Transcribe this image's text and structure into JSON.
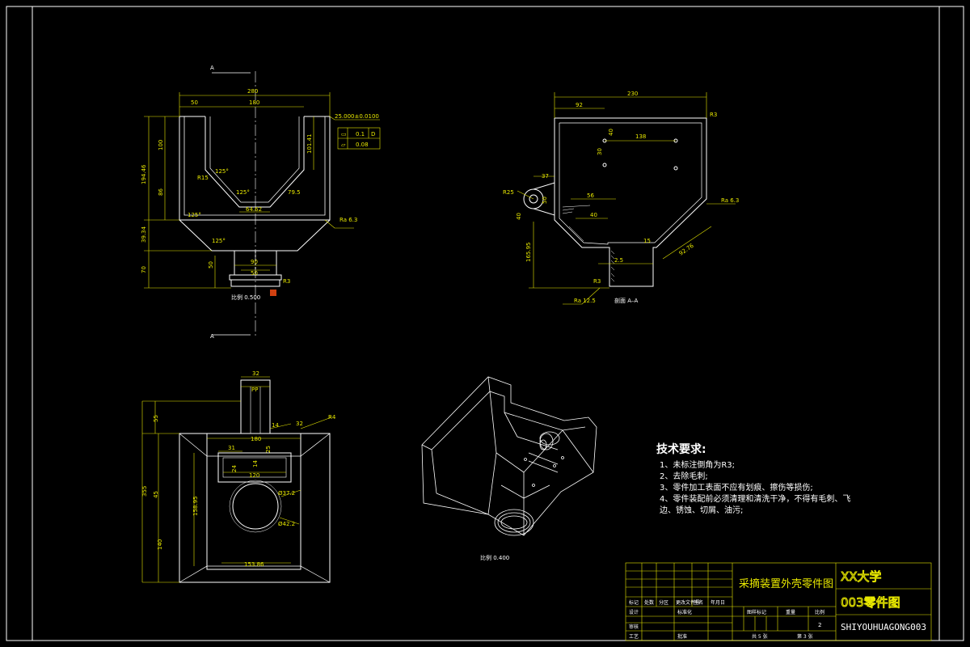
{
  "views": {
    "front": {
      "section_mark": "A",
      "dims": {
        "overall_width": "280",
        "inner_width": "180",
        "left_offset": "50",
        "tol_callout": "25.000±0.0100",
        "height_total": "194.46",
        "height_upper": "100",
        "height_mid": "86",
        "right_height": "101.41",
        "angle_1": "125°",
        "angle_2": "125°",
        "angle_3": "125°",
        "radius": "R15",
        "slant": "79.5",
        "bottom_w": "64.62",
        "funnel_h": "39.34",
        "base_h": "70",
        "throat_w": "90",
        "pipe_h": "50",
        "pipe_w": "50",
        "flange": "R3",
        "angle_4": "125°",
        "tol_flat": "0.1",
        "tol_flat_ref": "D",
        "tol_paral": "0.08",
        "rough": "Ra 6.3",
        "scale": "比例 0.500"
      }
    },
    "section": {
      "label": "剖面 A–A",
      "dims": {
        "overall": "230",
        "left": "92",
        "r_top": "R3",
        "d1": "138",
        "d2": "40",
        "d3": "30",
        "d4": "37",
        "d5": "50",
        "r25": "R25",
        "d6": "56",
        "d7": "40",
        "d8": "165.95",
        "d9": "40",
        "d10": "15",
        "d11": "92.76",
        "d12": "2.5",
        "d13": "R3",
        "rough": "Ra 6.3",
        "rough2": "Ra 12.5"
      }
    },
    "top": {
      "dims": {
        "top_w": "32",
        "inner": "PP",
        "w180": "180",
        "r32": "32",
        "r4": "R4",
        "r14": "14",
        "w31": "31",
        "w120": "120",
        "w25": "25",
        "d24": "24",
        "d14": "14",
        "h355": "355",
        "h55": "55",
        "h45": "45",
        "h140": "140",
        "dia1": "Ø37.2",
        "dia2": "Ø42.2",
        "h158": "158.95",
        "bottom": "153.86"
      }
    },
    "iso": {
      "scale": "比例 0.400"
    }
  },
  "notes": {
    "title": "技术要求:",
    "items": [
      "1、未标注倒角为R3;",
      "2、去除毛刺;",
      "3、零件加工表面不应有划痕、擦伤等损伤;",
      "4、零件装配前必须清理和清洗干净，不得有毛刺、飞",
      "边、锈蚀、切屑、油污;"
    ]
  },
  "title_block": {
    "part_name": "采摘装置外壳零件图",
    "org": "XX大学",
    "number": "003零件图",
    "code": "SHIYOUHUAGONG003",
    "stage_label": "图样标记",
    "weight_label": "重量",
    "scale_label": "比例",
    "scale_value": "2",
    "sheets_total": "共 5 张",
    "sheet_no": "第 3 张",
    "labels": {
      "mark": "标记",
      "count": "处数",
      "zone": "分区",
      "doc": "更改文件号",
      "sign": "签名",
      "date": "年月日",
      "design": "设计",
      "std": "标准化",
      "review": "审核",
      "process": "工艺",
      "approve": "批准"
    }
  }
}
